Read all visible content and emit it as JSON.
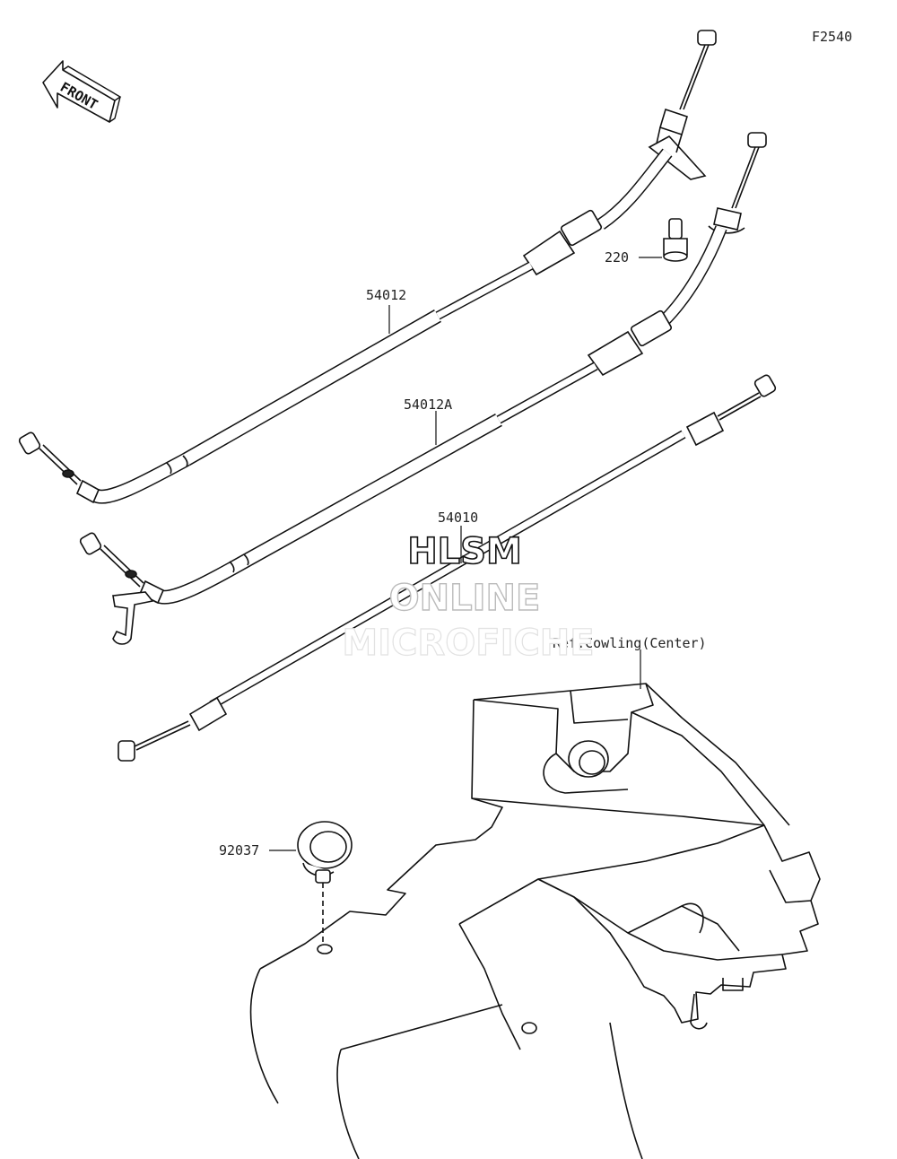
{
  "diagram_code": "F2540",
  "front_label": "FRONT",
  "parts": [
    {
      "key": "throttle_cable_a",
      "number": "54012"
    },
    {
      "key": "throttle_cable_b",
      "number": "54012A"
    },
    {
      "key": "clutch_cable",
      "number": "54010"
    },
    {
      "key": "bolt",
      "number": "220"
    },
    {
      "key": "clamp",
      "number": "92037"
    }
  ],
  "reference": "Ref.Cowling(Center)",
  "watermark": {
    "line1": "HLSM",
    "line2": "ONLINE",
    "line3": "MICROFICHE"
  },
  "colors": {
    "line": "#111111",
    "cable_fill": "#ffffff",
    "background": "#ffffff"
  }
}
